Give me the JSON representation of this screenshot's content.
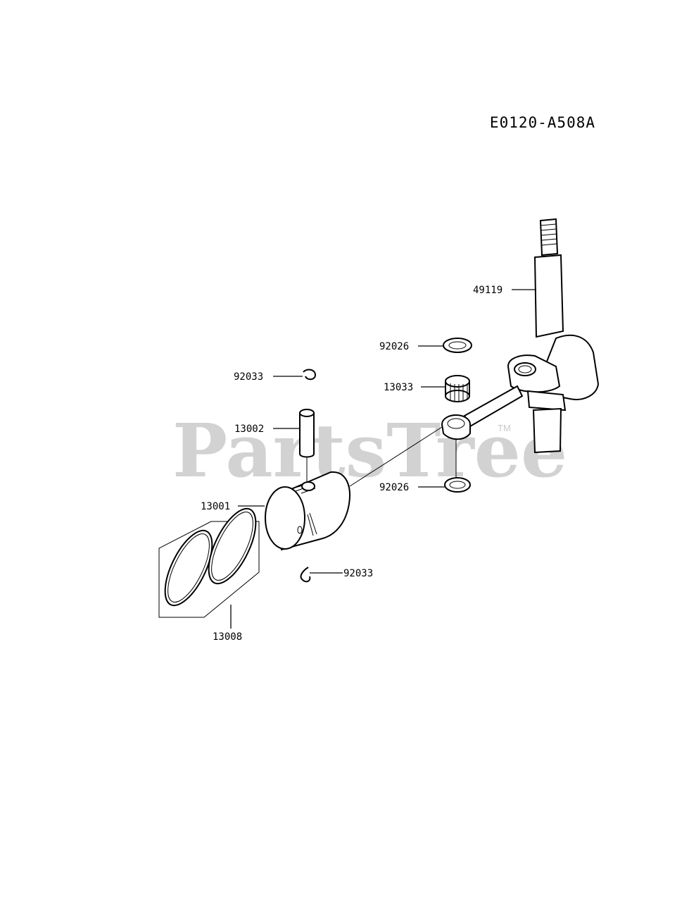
{
  "diagram": {
    "code": "E0120-A508A",
    "watermark": "PartsTree",
    "watermark_tm": "TM"
  },
  "parts": [
    {
      "id": "crankshaft",
      "number": "49119"
    },
    {
      "id": "washer-upper",
      "number": "92026"
    },
    {
      "id": "needle-bearing",
      "number": "13033"
    },
    {
      "id": "washer-lower",
      "number": "92026"
    },
    {
      "id": "clip-upper",
      "number": "92033"
    },
    {
      "id": "piston-pin",
      "number": "13002"
    },
    {
      "id": "piston",
      "number": "13001"
    },
    {
      "id": "clip-lower",
      "number": "92033"
    },
    {
      "id": "piston-ring-set",
      "number": "13008"
    }
  ]
}
